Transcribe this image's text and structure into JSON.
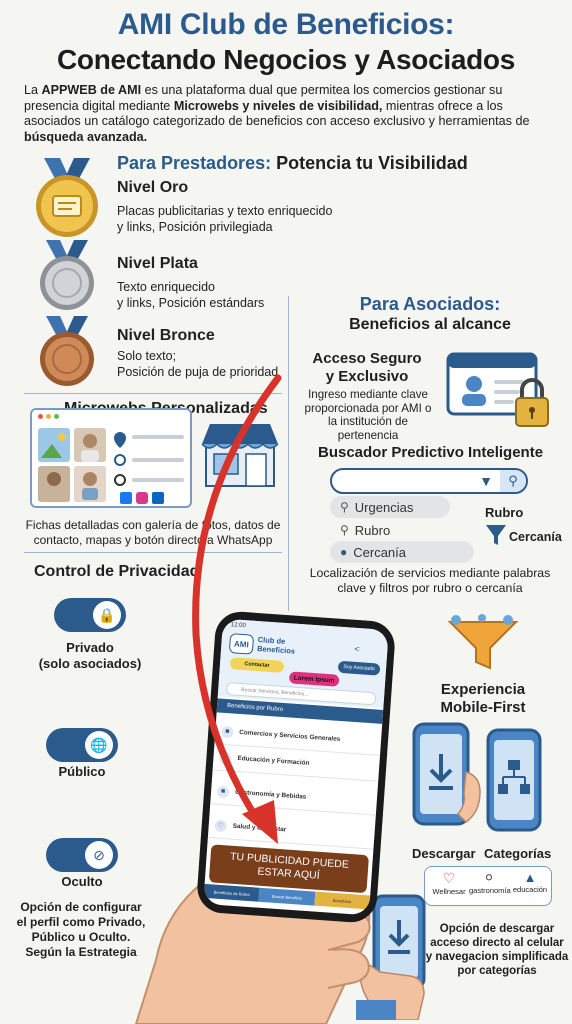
{
  "header": {
    "title_line1": "AMI Club de Beneficios:",
    "title_line2": "Conectando Negocios y Asociados"
  },
  "intro": {
    "p1": "La ",
    "b1": "APPWEB de AMI",
    "p2": " es una plataforma dual que permitea los comercios gestionar su presencia digital mediante ",
    "b2": "Microwebs y niveles de visibilidad,",
    "p3": " mientras ofrece a los asociados un catálogo categorizado de beneficios con acceso exclusivo y herramientas de ",
    "b3": "búsqueda avanzada."
  },
  "prestadores": {
    "head_blue": "Para Prestadores:",
    "head_rest": " Potencia tu Visibilidad",
    "levels": [
      {
        "title": "Nivel Oro",
        "desc1": "Placas publicitarias y texto enriquecido",
        "desc2": "y links, Posición privilegiada"
      },
      {
        "title": "Nivel Plata",
        "desc1": "Texto enriquecido",
        "desc2": "y links, Posición estándars"
      },
      {
        "title": "Nivel Bronce",
        "desc1": "Solo texto;",
        "desc2": "Posición de puja de prioridad"
      }
    ]
  },
  "microwebs": {
    "title": "Microwebs Personalizadas",
    "desc1": "Fichas detalladas con galería de fotos, datos de",
    "desc2": "contacto, mapas y botón directo a WhatsApp"
  },
  "privacidad": {
    "title": "Control de Privacidad",
    "privado": "Privado",
    "privado_sub": "(solo asociados)",
    "publico": "Público",
    "oculto": "Oculto",
    "desc1": "Opción de configurar",
    "desc2": "el perfil como  Privado,",
    "desc3": "Público u Oculto.",
    "desc4": "Según la Estrategia"
  },
  "asociados": {
    "head1": "Para Asociados:",
    "head2": "Beneficios al alcance",
    "acceso_title1": "Acceso Seguro",
    "acceso_title2": "y Exclusivo",
    "acceso_desc1": "Ingreso mediante clave",
    "acceso_desc2": "proporcionada por AMI o",
    "acceso_desc3": "la institución de pertenencia"
  },
  "buscador": {
    "title": "Buscador Predictivo Inteligente",
    "opt1": "Urgencias",
    "opt2": "Rubro",
    "opt3": "Cercanía",
    "rubro_label": "Rubro",
    "cercania_label": "Cercanía",
    "desc1": "Localización de servicios mediante palabras",
    "desc2": "clave y filtros por rubro o cercanía"
  },
  "mobile": {
    "title1": "Experiencia",
    "title2": "Mobile-First",
    "descargar": "Descargar",
    "categorias": "Categorías",
    "cat1": "Wellnesar",
    "cat2": "gastronomía",
    "cat3": "educación",
    "desc1": "Opción de descargar",
    "desc2": "acceso directo al celular",
    "desc3": "y navegacion simplificada",
    "desc4": "por categorías"
  },
  "phone": {
    "time": "12:00",
    "brand": "AMI",
    "app_title1": "Club de",
    "app_title2": "Beneficios",
    "btn_contact": "Contactar",
    "btn_assoc": "Soy Asociado",
    "lorem": "Lorem Ipsum",
    "search_ph": "Buscar Servicios, Beneficios...",
    "section": "Beneficios por Rubro",
    "cats": [
      "Comercios y Servicios Generales",
      "Educación y Formación",
      "Gastronomía y Bebidas",
      "Salud y Bienestar"
    ],
    "ad_line1": "TU PUBLICIDAD PUEDE",
    "ad_line2": "ESTAR AQUÍ",
    "tab1": "Beneficios de Rubro",
    "tab2": "Buscar Beneficio",
    "tab3": "Beneficios"
  },
  "colors": {
    "brand_blue": "#2b5a8c",
    "gold": "#e0b23c",
    "silver": "#b9bcc1",
    "bronze": "#c07a4b",
    "arrow_red": "#d8332b",
    "ad_brown": "#7a3e1b"
  }
}
